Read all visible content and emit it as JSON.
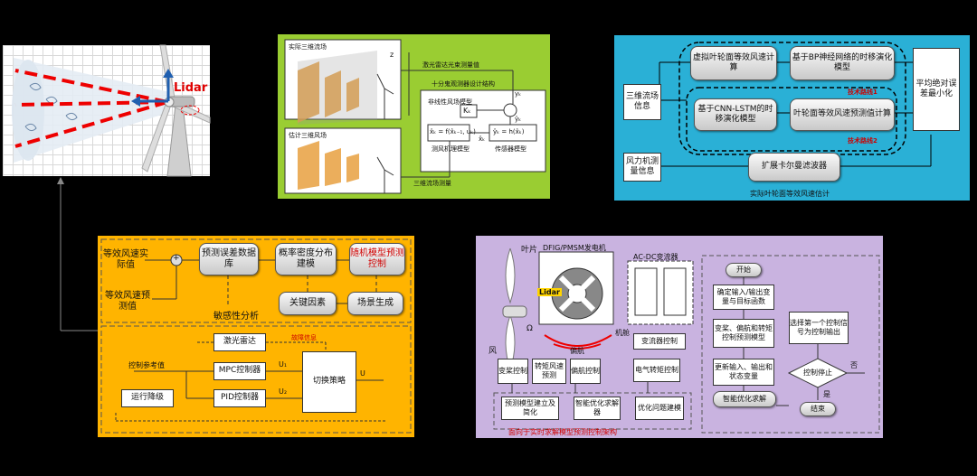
{
  "panel1": {
    "lidar_label": "Lidar"
  },
  "panel2": {
    "top_title": "实际三维流场",
    "bottom_title": "估计三维风场",
    "laser_label": "激光雷达光束测量值",
    "model_label": "非线性风场模型",
    "observer_title": "十分鬼观测器设计结构",
    "state_eq": "x̂ₖ = f(x̂ₖ₋₁, uₖ)",
    "obs_eq": "ŷₖ = h(x̂ₖ)",
    "left_caption": "测风机理模型",
    "right_caption": "传感器模型",
    "kalman_gain": "Kₖ",
    "bottom_label": "三维流场测量",
    "sym_z": "z",
    "sym_y": "yₖ",
    "sym_x": "x̂ₖ",
    "sym_y2": "ŷₖ"
  },
  "panel3": {
    "input_3d": "三维流场信息",
    "box_virtual": "虚拟叶轮面等效风速计算",
    "box_bp": "基于BP神经网络的时移演化模型",
    "box_cnn": "基于CNN-LSTM的时移演化模型",
    "box_rotor": "叶轮面等效风速预测值计算",
    "route1": "技术路线1",
    "route2": "技术路线2",
    "box_right": "平均绝对误差最小化",
    "input_meas": "风力机测量信息",
    "box_kalman": "扩展卡尔曼滤波器",
    "caption": "实际叶轮面等效风速估计"
  },
  "panel4": {
    "input_actual": "等效风速实际值",
    "input_pred": "等效风速预测值",
    "box_err_db": "预测误差数据库",
    "box_freq": "概率密度分布建模",
    "box_random": "随机模型预测控制",
    "box_key": "关键因素",
    "box_scene": "场景生成",
    "sensitivity": "敏感性分析",
    "box_lidar": "激光雷达",
    "fault": "故障信息",
    "ctrl_ref": "控制参考值",
    "box_mpc": "MPC控制器",
    "box_pid": "PID控制器",
    "box_switch": "切换策略",
    "box_fault_deg": "运行降级",
    "u1": "U₁",
    "u2": "U₂",
    "u": "U",
    "sum": "+"
  },
  "panel5": {
    "blade_label": "叶片",
    "wind_label": "风",
    "generator_title": "DFIG/PMSM发电机",
    "converter_title": "AC-DC变流器",
    "lidar_badge": "Lidar",
    "motor": "机舱",
    "yaw": "偏航",
    "omega": "Ω",
    "converter_ctrl": "变流器控制",
    "pitch_ctrl": "变桨控制",
    "rotor_pred": "转矩风速预测",
    "yaw_ctrl": "偏航控制",
    "elec_ctrl": "电气转矩控制",
    "model_build": "预测模型建立及简化",
    "smart_solve": "智能优化求解器",
    "opt_problem": "优化问题建模",
    "caption": "面向于实时求解模型预测控制架构",
    "fc_start": "开始",
    "fc_input": "确定输入/输出变量与目标函数",
    "fc_model": "变桨、偏航和转矩控制预测模型",
    "fc_update": "更新输入、输出和状态变量",
    "fc_solve": "智能优化求解",
    "fc_choose": "选择第一个控制信号为控制输出",
    "fc_stop": "控制停止",
    "fc_yes": "是",
    "fc_no": "否",
    "fc_end": "结束"
  }
}
